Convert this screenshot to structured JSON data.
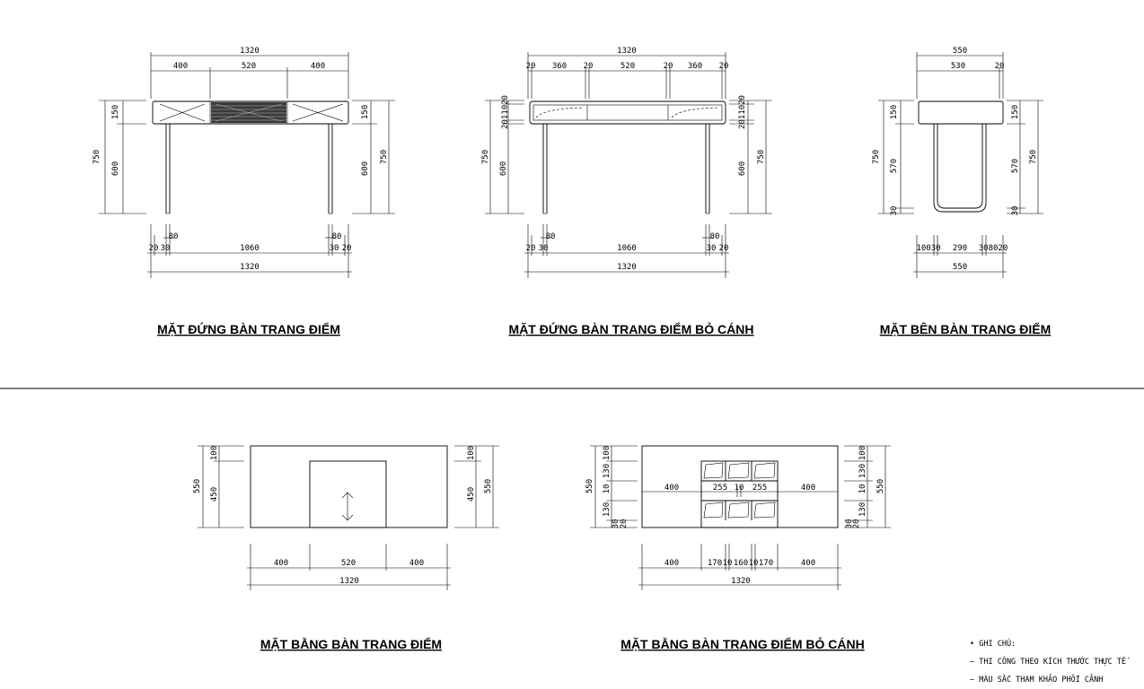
{
  "titles": {
    "front": "MẶT ĐỨNG BÀN TRANG ĐIỂM",
    "front_open": "MẶT ĐỨNG BÀN TRANG ĐIỂM BỎ CÁNH",
    "side": "MẶT BÊN BÀN TRANG ĐIỂM",
    "plan": "MẶT BẰNG BÀN TRANG ĐIỂM",
    "plan_open": "MẶT BẰNG BÀN TRANG ĐIỂM BỎ CÁNH"
  },
  "notes": {
    "heading": "• GHI CHÚ:",
    "line1": "– THI CÔNG THEO KÍCH THƯỚC THỰC TẾ",
    "line2": "– MÀU SẮC THAM KHẢO PHỐI CẢNH"
  },
  "front": {
    "top_total": "1320",
    "top_left": "400",
    "top_mid": "520",
    "top_right": "400",
    "left_150": "150",
    "left_600": "600",
    "left_750": "750",
    "right_150": "150",
    "right_600": "600",
    "right_750": "750",
    "bot_80a": "80",
    "bot_80b": "80",
    "bot_20a": "20",
    "bot_30a": "30",
    "bot_1060": "1060",
    "bot_30b": "30",
    "bot_20b": "20",
    "bot_total": "1320"
  },
  "front_open": {
    "top_total": "1320",
    "top_20a": "20",
    "top_360a": "360",
    "top_20b": "20",
    "top_520": "520",
    "top_20c": "20",
    "top_360b": "360",
    "top_20d": "20",
    "left_stack": "2011020",
    "left_750": "750",
    "left_600": "600",
    "right_stack": "2011020",
    "right_600": "600",
    "right_750": "750",
    "bot_80a": "80",
    "bot_80b": "80",
    "bot_20a": "20",
    "bot_30a": "30",
    "bot_1060": "1060",
    "bot_30b": "30",
    "bot_20b": "20",
    "bot_total": "1320"
  },
  "side": {
    "top_total": "550",
    "top_530": "530",
    "top_20": "20",
    "left_150": "150",
    "left_750": "750",
    "left_570": "570",
    "left_30": "30",
    "right_150": "150",
    "right_570": "570",
    "right_750": "750",
    "right_30": "30",
    "bot_10030": "10030",
    "bot_290": "290",
    "bot_308020": "308020",
    "bot_total": "550"
  },
  "plan": {
    "left_100": "100",
    "left_550": "550",
    "left_450": "450",
    "right_100": "100",
    "right_450": "450",
    "right_550": "550",
    "bot_400a": "400",
    "bot_520": "520",
    "bot_400b": "400",
    "bot_total": "1320"
  },
  "plan_open": {
    "left_100": "100",
    "left_130a": "130",
    "left_550": "550",
    "left_10": "10",
    "left_130b": "130",
    "left_30": "30",
    "left_20": "20",
    "mid_400a": "400",
    "mid_255a": "255",
    "mid_10": "10",
    "mid_255b": "255",
    "mid_400b": "400",
    "right_100": "100",
    "right_130a": "130",
    "right_10": "10",
    "right_130b": "130",
    "right_30": "30",
    "right_20": "20",
    "right_550": "550",
    "bot_400a": "400",
    "bot_170a": "170",
    "bot_10a": "10",
    "bot_160": "160",
    "bot_10b": "10",
    "bot_170b": "170",
    "bot_400b": "400",
    "bot_total": "1320"
  }
}
